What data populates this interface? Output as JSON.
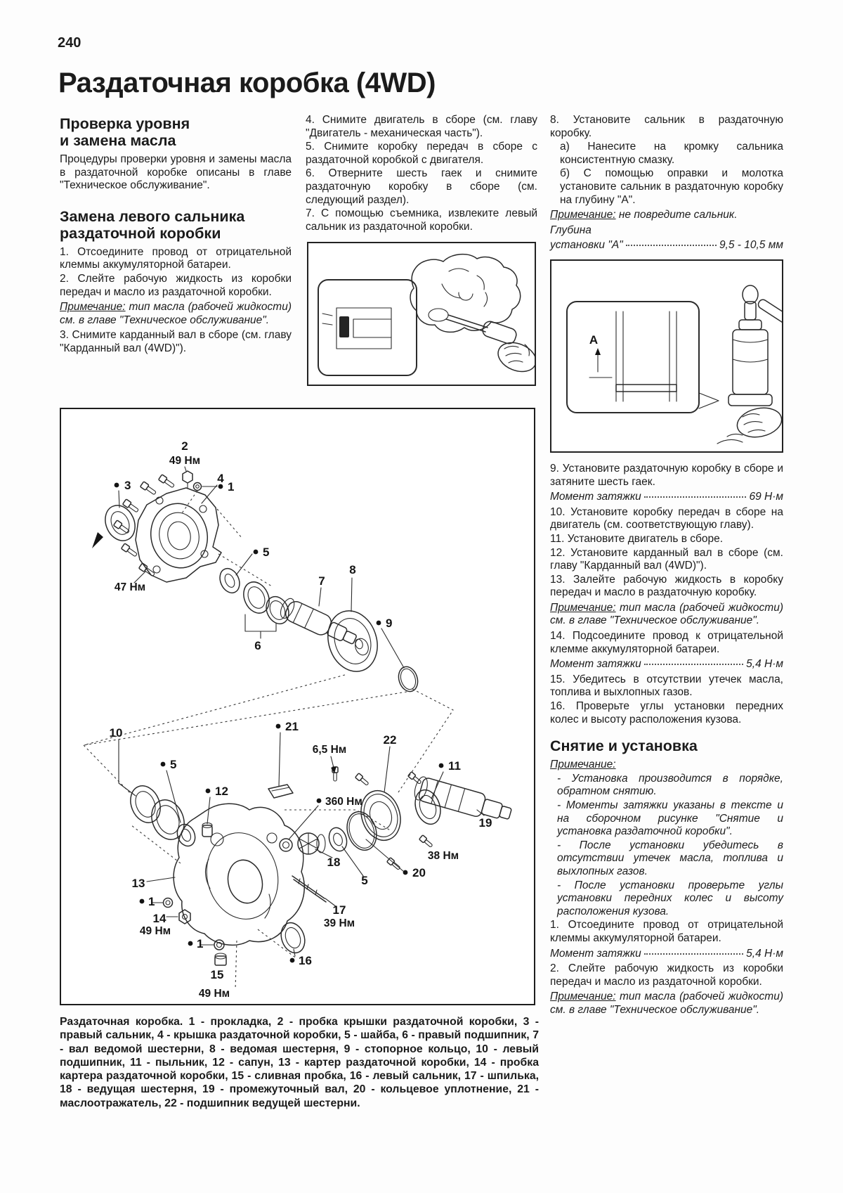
{
  "page": {
    "number": "240",
    "title": "Раздаточная коробка (4WD)"
  },
  "left": {
    "h_check": "Проверка уровня\nи замена масла",
    "p_check": "Процедуры проверки уровня и замены масла в раздаточной коробке описаны в главе \"Техническое обслуживание\".",
    "h_seal": "Замена левого сальника\nраздаточной коробки",
    "s1": "1. Отсоедините провод от отрицательной клеммы аккумуляторной батареи.",
    "s2": "2. Слейте рабочую жидкость из коробки передач и масло из раздаточной коробки.",
    "note_label": "Примечание:",
    "note_text": " тип масла (рабочей жидкости) см. в главе \"Техническое обслуживание\".",
    "s3": "3. Снимите карданный вал в сборе (см. главу \"Карданный вал (4WD)\")."
  },
  "middle": {
    "s4": "4. Снимите двигатель в сборе (см. главу \"Двигатель - механическая часть\").",
    "s5": "5. Снимите коробку передач в сборе с раздаточной коробкой с двигателя.",
    "s6": "6. Отверните шесть гаек и снимите раздаточную коробку в сборе (см. следующий раздел).",
    "s7": "7. С помощью съемника, извлеките левый сальник из раздаточной коробки."
  },
  "right": {
    "s8": "8. Установите сальник в раздаточную коробку.",
    "s8a": "а) Нанесите на кромку сальника консистентную смазку.",
    "s8b": "б) С помощью оправки и молотка установите сальник в раздаточную коробку на глубину \"А\".",
    "note8_label": "Примечание:",
    "note8_text": " не повредите сальник.",
    "depth_line1": "Глубина",
    "depth_label": "установки \"А\"",
    "depth_value": "9,5 - 10,5 мм",
    "s9": "9. Установите раздаточную коробку в сборе и затяните шесть гаек.",
    "torque_label": "Момент затяжки",
    "torque9": "69 Н·м",
    "s10": "10. Установите коробку передач в сборе на двигатель (см. соответствующую главу).",
    "s11": "11. Установите двигатель в сборе.",
    "s12": "12. Установите карданный вал в сборе (см. главу \"Карданный вал (4WD)\").",
    "s13": "13. Залейте рабочую жидкость в коробку передач и масло в раздаточную коробку.",
    "note13_label": "Примечание:",
    "note13_text": " тип масла (рабочей жидкости) см. в главе \"Техническое обслуживание\".",
    "s14": "14. Подсоедините провод к отрицательной клемме аккумуляторной батареи.",
    "torque14": "5,4 Н·м",
    "s15": "15. Убедитесь в отсутствии утечек масла, топлива и выхлопных газов.",
    "s16": "16. Проверьте углы установки передних колес и высоту расположения кузова."
  },
  "removal_install": {
    "heading": "Снятие и установка",
    "note_label": "Примечание:",
    "bullets": [
      "- Установка производится в порядке, обратном снятию.",
      "- Моменты затяжки указаны в тексте и на сборочном рисунке \"Снятие и установка раздаточной коробки\".",
      "- После установки убедитесь в отсутствии утечек масла, топлива и выхлопных газов.",
      "- После установки проверьте углы установки передних колес и высоту расположения кузова."
    ],
    "s1": "1. Отсоедините провод от отрицательной клеммы аккумуляторной батареи.",
    "torque_label": "Момент затяжки",
    "torque1": "5,4 Н·м",
    "s2": "2. Слейте рабочую жидкость из коробки передач и масло из раздаточной коробки.",
    "note2_label": "Примечание:",
    "note2_text": " тип масла (рабочей жидкости) см. в главе \"Техническое обслуживание\"."
  },
  "diagram": {
    "caption": "Раздаточная коробка. 1 - прокладка, 2 - пробка крышки раздаточной коробки, 3 - правый сальник, 4 - крышка раздаточной коробки, 5 - шайба, 6 - правый подшипник, 7 - вал ведомой шестерни, 8 - ведомая шестерня, 9 - стопорное кольцо, 10 - левый подшипник, 11 - пыльник, 12 - сапун, 13 - картер раздаточной коробки, 14 - пробка картера раздаточной коробки, 15 - сливная пробка, 16 - левый сальник, 17 - шпилька, 18 - ведущая шестерня, 19 - промежуточный вал, 20 - кольцевое уплотнение, 21 - маслоотражатель, 22 - подшипник ведущей шестерни.",
    "parts": {
      "1": "1",
      "2": "2",
      "3": "3",
      "4": "4",
      "5": "5",
      "6": "6",
      "7": "7",
      "8": "8",
      "9": "9",
      "10": "10",
      "11": "11",
      "12": "12",
      "13": "13",
      "14": "14",
      "15": "15",
      "16": "16",
      "17": "17",
      "18": "18",
      "19": "19",
      "20": "20",
      "21": "21",
      "22": "22"
    },
    "torques": {
      "t49": "49 Нм",
      "t47": "47 Нм",
      "t65": "6,5 Нм",
      "t360": "360 Нм",
      "t38": "38 Нм",
      "t39": "39 Нм"
    },
    "install_fig": {
      "depth_letter": "А"
    }
  }
}
